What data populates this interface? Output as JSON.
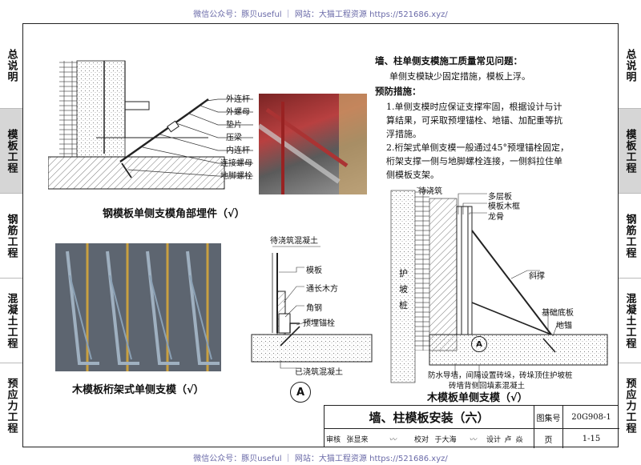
{
  "watermark_top": "微信公众号：豚贝useful ｜ 网站：大猫工程资源 https://521686.xyz/",
  "watermark_bottom": "微信公众号：豚贝useful ｜ 网站：大猫工程资源 https://521686.xyz/",
  "side_tabs": [
    "总说明",
    "模板工程",
    "钢筋工程",
    "混凝土工程",
    "预应力工程"
  ],
  "active_tab": "模板工程",
  "fig1": {
    "labels": [
      "外连杆",
      "外螺母",
      "垫片",
      "压梁",
      "内连杆",
      "连接螺母",
      "地脚螺栓"
    ],
    "caption": "钢模板单侧支模角部埋件（√）"
  },
  "fig2": {
    "caption": "木模板桁架式单侧支模（√）"
  },
  "fig3": {
    "labels": [
      "待浇筑混凝土",
      "模板",
      "通长木方",
      "角钢",
      "预埋锚栓",
      "已浇筑混凝土"
    ],
    "mark": "A"
  },
  "fig4": {
    "labels": [
      "待浇筑",
      "多层板",
      "模板木框",
      "龙骨",
      "护",
      "坡",
      "桩",
      "斜撑",
      "基础底板",
      "地锚",
      "防水导墙，间隔设置砖垛，砖垛顶住护坡桩",
      "砖墙背侧回填素混凝土"
    ],
    "mark": "A",
    "caption": "木模板单侧支模（√）"
  },
  "text": {
    "heading1": "墙、柱单侧支模施工质量常见问题：",
    "problem": "单侧支模缺少固定措施，模板上浮。",
    "heading2": "预防措施：",
    "item1": [
      "1.单侧支模时应保证支撑牢固，根据设计与计",
      "算结果，可采取预埋锚栓、地锚、加配重等抗",
      "浮措施。"
    ],
    "item2": [
      "2.桁架式单侧支模一般通过45°预埋锚栓固定，",
      "桁架支撑一侧与地脚螺栓连接，一侧斜拉住单",
      "侧模板支架。"
    ]
  },
  "title_block": {
    "title": "墙、柱模板安装（六）",
    "atlas_label": "图集号",
    "atlas_no": "20G908-1",
    "page_label": "页",
    "page_no": "1-15",
    "row": [
      "审核",
      "张显来",
      "校对",
      "于大海",
      "设计",
      "卢",
      "焱"
    ]
  }
}
